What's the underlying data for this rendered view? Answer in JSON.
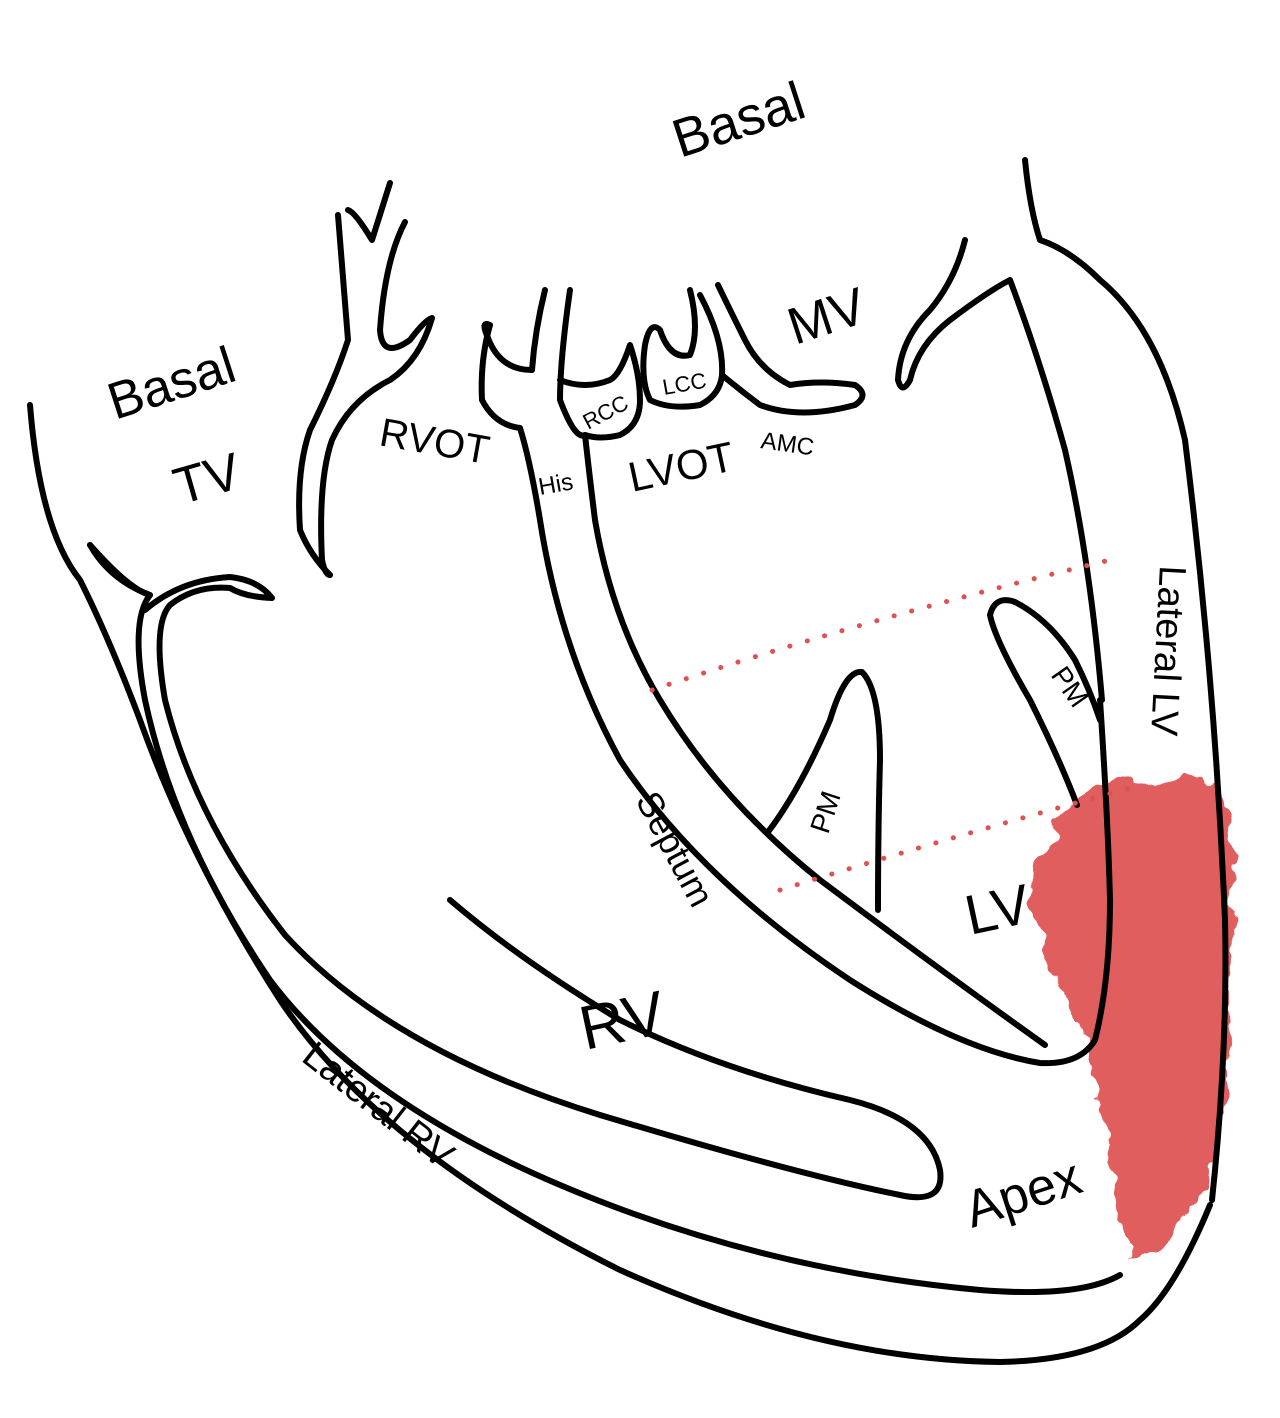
{
  "colors": {
    "outline": "#000000",
    "infarct": "#e05656",
    "dotted_line": "#e05050",
    "background": "#ffffff"
  },
  "labels": {
    "basal_left": "Basal",
    "basal_top": "Basal",
    "tv": "TV",
    "rvot": "RVOT",
    "his": "His",
    "rcc": "RCC",
    "lcc": "LCC",
    "lvot": "LVOT",
    "amc": "AMC",
    "mv": "MV",
    "lateral_lv": "Lateral LV",
    "pm_right": "PM",
    "pm_left": "PM",
    "septum": "Septum",
    "lv": "LV",
    "rv": "RV",
    "lateral_rv": "Lateral RV",
    "apex": "Apex"
  }
}
